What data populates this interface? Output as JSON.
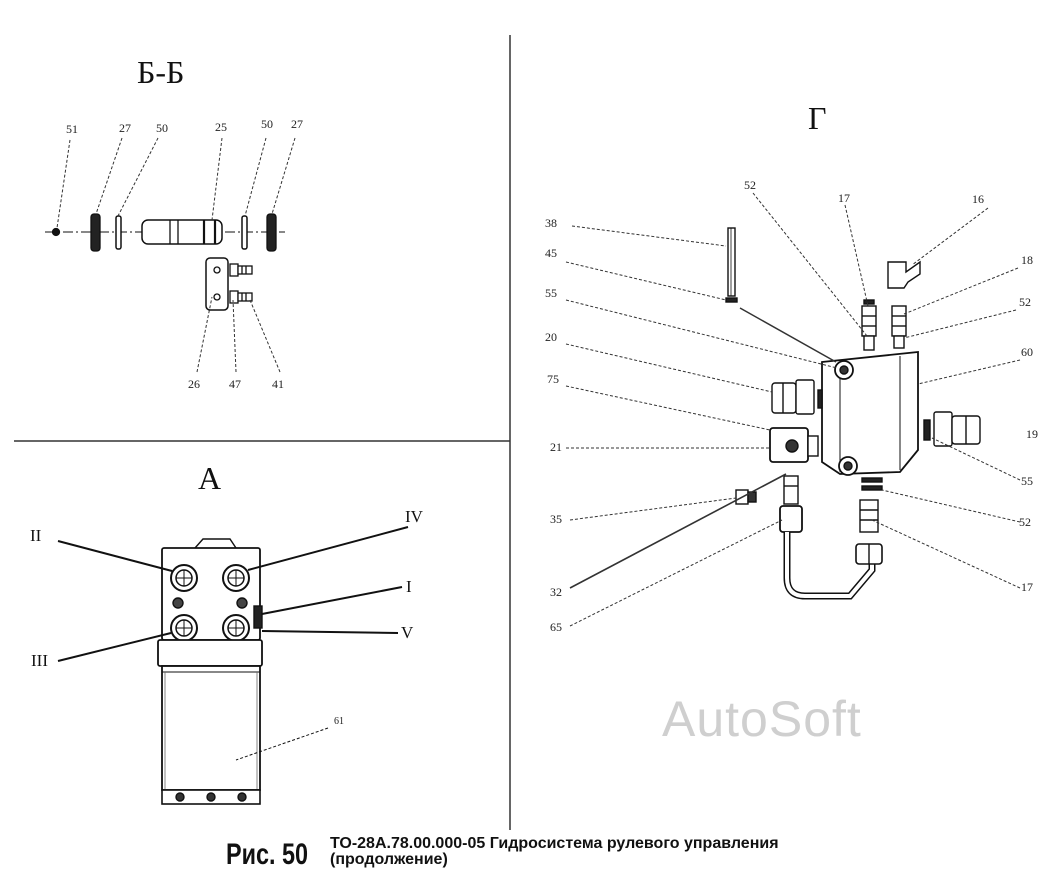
{
  "views": {
    "bb": {
      "title": "Б-Б"
    },
    "a": {
      "title": "А"
    },
    "g": {
      "title": "Г"
    }
  },
  "labels_bb": {
    "p51": "51",
    "p27a": "27",
    "p50a": "50",
    "p25": "25",
    "p50b": "50",
    "p27b": "27",
    "p26": "26",
    "p47": "47",
    "p41": "41"
  },
  "labels_a": {
    "ii": "II",
    "iv": "IV",
    "i": "I",
    "iii": "III",
    "v": "V",
    "p61": "61"
  },
  "labels_g": {
    "p38": "38",
    "p45": "45",
    "p55a": "55",
    "p20": "20",
    "p75": "75",
    "p21": "21",
    "p35": "35",
    "p32": "32",
    "p65": "65",
    "p52a": "52",
    "p17a": "17",
    "p16": "16",
    "p18": "18",
    "p52b": "52",
    "p60": "60",
    "p19": "19",
    "p55b": "55",
    "p52c": "52",
    "p17b": "17"
  },
  "watermark": "AutoSoft",
  "caption": {
    "fig": "Рис. 50",
    "line1": "ТО-28А.78.00.000-05 Гидросистема рулевого управления",
    "line2": "(продолжение)"
  }
}
